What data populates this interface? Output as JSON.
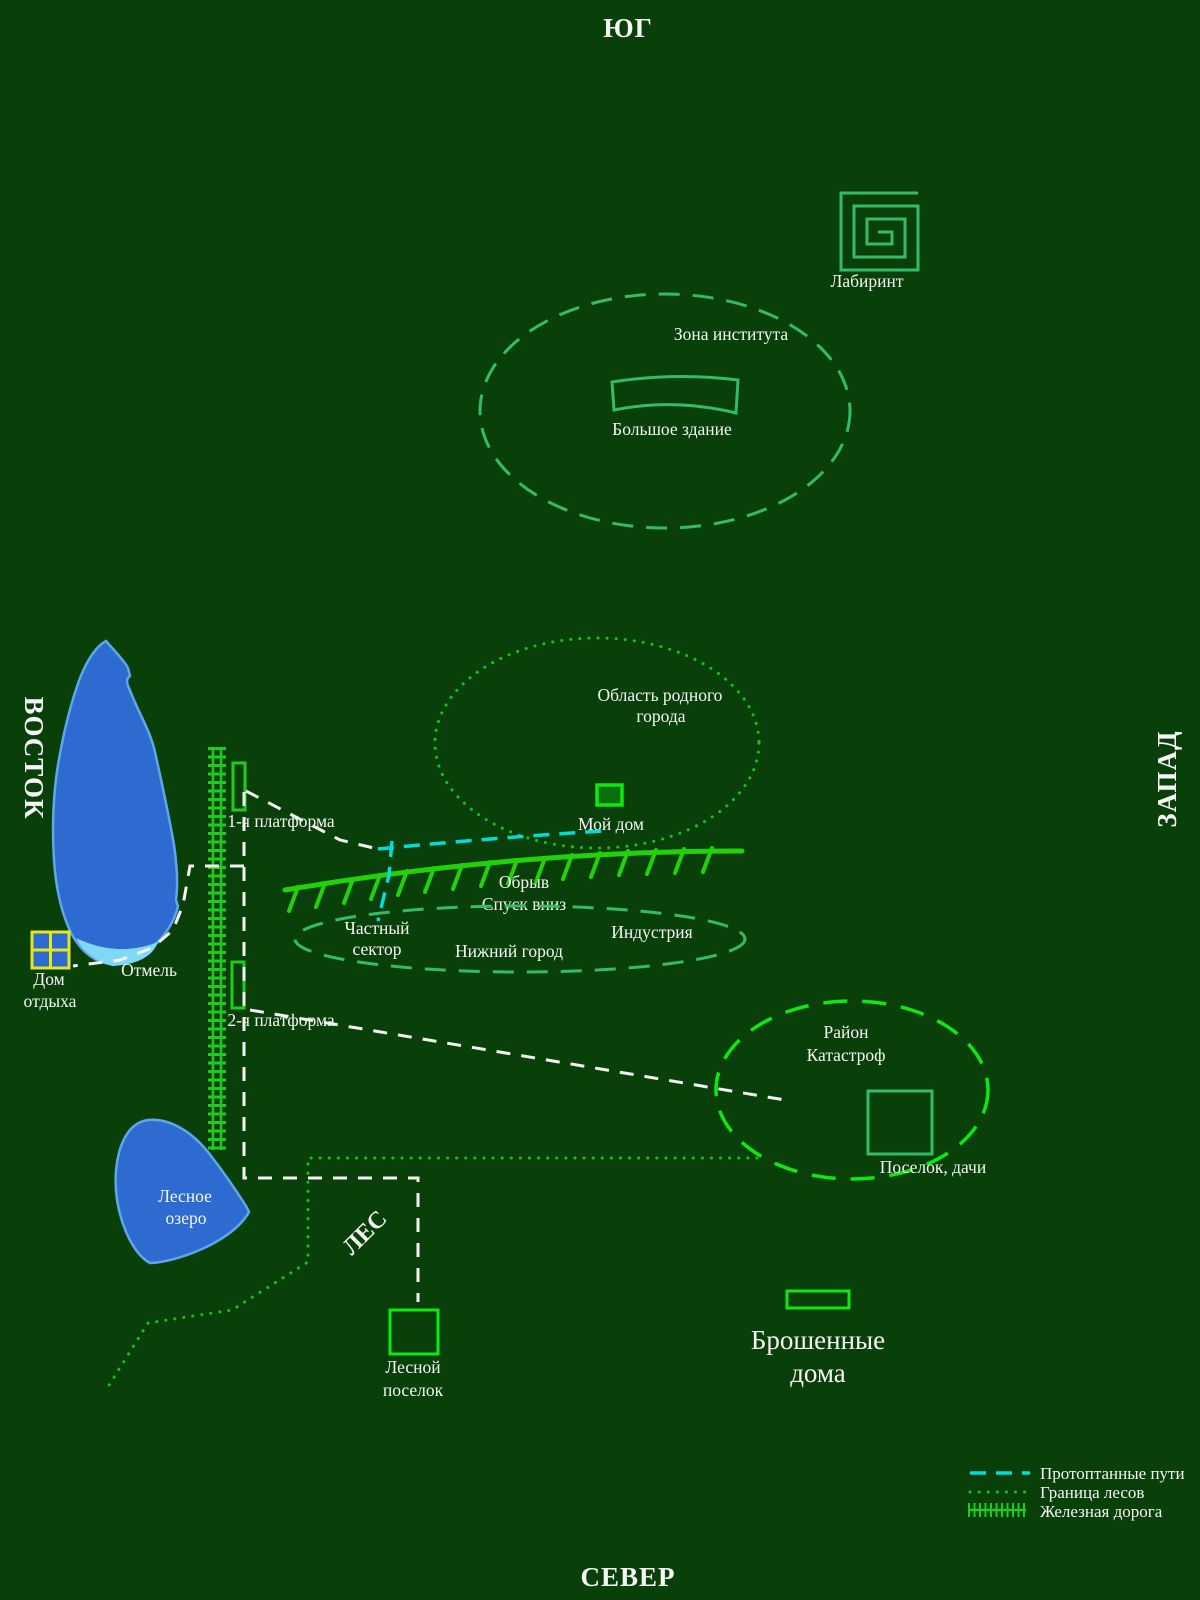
{
  "compass": {
    "south": "ЮГ",
    "north": "СЕВЕР",
    "east": "ВОСТОК",
    "west": "ЗАПАД"
  },
  "landmarks": {
    "labyrinth": {
      "label": "Лабиринт"
    },
    "institute_zone": {
      "label": "Зона института",
      "building_label": "Большое здание"
    },
    "home_city": {
      "lines": [
        "Область родного",
        "города"
      ],
      "house_label": "Мой дом"
    },
    "cliff": {
      "lines": [
        "Обрыв",
        "Спуск вниз"
      ]
    },
    "lower_city": {
      "private_sector_lines": [
        "Частный",
        "сектор"
      ],
      "label": "Нижний город",
      "industry_label": "Индустрия"
    },
    "disaster_zone": {
      "lines": [
        "Район",
        "Катастроф"
      ],
      "village_label": "Поселок, дачи"
    },
    "big_lake": {
      "shoal_label": "Отмель"
    },
    "rest_house": {
      "lines": [
        "Дом",
        "отдыха"
      ]
    },
    "railway": {
      "platform1_label": "1-я платформа",
      "platform2_label": "2-я платформа"
    },
    "forest": {
      "label": "ЛЕС",
      "lake_lines": [
        "Лесное",
        "озеро"
      ],
      "village_lines": [
        "Лесной",
        "поселок"
      ]
    },
    "abandoned_houses": {
      "lines": [
        "Брошенные",
        "дома"
      ]
    }
  },
  "legend": {
    "items": [
      {
        "label": "Протоптанные пути",
        "swatch": "cyan-dashed-line"
      },
      {
        "label": "Граница лесов",
        "swatch": "green-dotted-line"
      },
      {
        "label": "Железная дорога",
        "swatch": "railroad-line"
      }
    ]
  },
  "colors": {
    "background": "#094009",
    "text": "#f5f5f5",
    "seagreen": "#33bb66",
    "bright_green": "#0ee80e",
    "rail_green": "#1ecb1e",
    "dot_green": "#16c316",
    "cliff_green": "#23d10a",
    "path_white": "#f2f2f2",
    "path_cyan": "#00dcdc",
    "lake_fill": "#2e6bd0",
    "lake_edge": "#5ea7e8",
    "shoal": "#7fd9f5",
    "house_yellow": "#e6e61e",
    "home_fill": "#0b6f0b"
  }
}
